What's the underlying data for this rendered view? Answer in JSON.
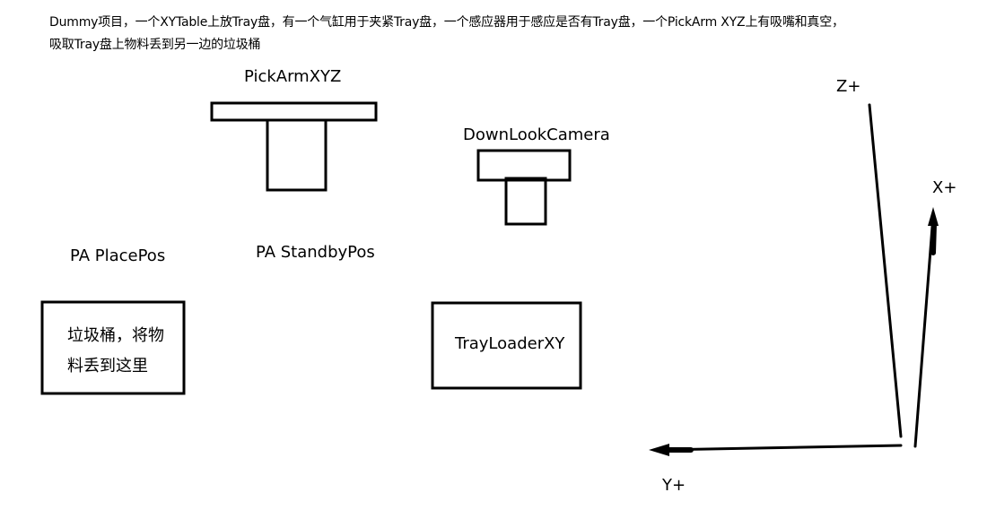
{
  "description": {
    "line1": "Dummy项目，一个XYTable上放Tray盘，有一个气缸用于夹紧Tray盘，一个感应器用于感应是否有Tray盘，一个PickArm XYZ上有吸嘴和真空，",
    "line2": "吸取Tray盘上物料丢到另一边的垃圾桶"
  },
  "labels": {
    "pickarm": "PickArmXYZ",
    "camera": "DownLookCamera",
    "placepos": "PA PlacePos",
    "standbypos": "PA StandbyPos",
    "trayloader": "TrayLoaderXY",
    "trash_line1": "垃圾桶，将物",
    "trash_line2": "料丢到这里"
  },
  "axes": {
    "z": "Z+",
    "x": "X+",
    "y": "Y+"
  },
  "stroke_color": "#000000"
}
